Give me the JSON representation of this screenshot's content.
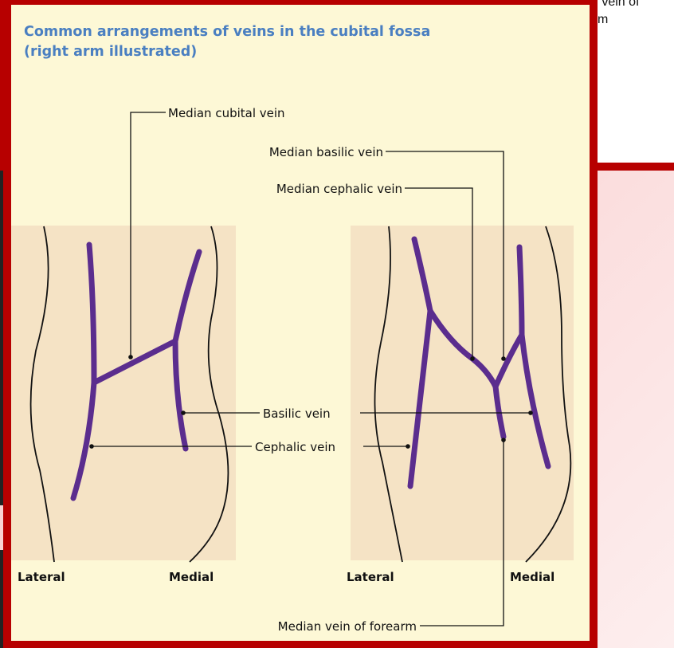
{
  "background": {
    "partial_text_line1": "n vein of",
    "partial_text_line2": "m",
    "panel_color": "#f6c4c4",
    "border_color": "#b70000"
  },
  "figure": {
    "title_line1": "Common arrangements of veins in the cubital fossa",
    "title_line2": "(right arm illustrated)",
    "title_color": "#4a7fc1",
    "card_color": "#fdf8d6",
    "arm_color": "#f5e3c5",
    "vein_color": "#5b2d8e",
    "labels": {
      "median_cubital_vein": "Median cubital vein",
      "median_basilic_vein": "Median basilic vein",
      "median_cephalic_vein": "Median cephalic vein",
      "basilic_vein": "Basilic vein",
      "cephalic_vein": "Cephalic vein",
      "median_vein_of_forearm": "Median vein of forearm"
    },
    "sides": {
      "left_lateral": "Lateral",
      "left_medial": "Medial",
      "right_lateral": "Lateral",
      "right_medial": "Medial"
    }
  }
}
